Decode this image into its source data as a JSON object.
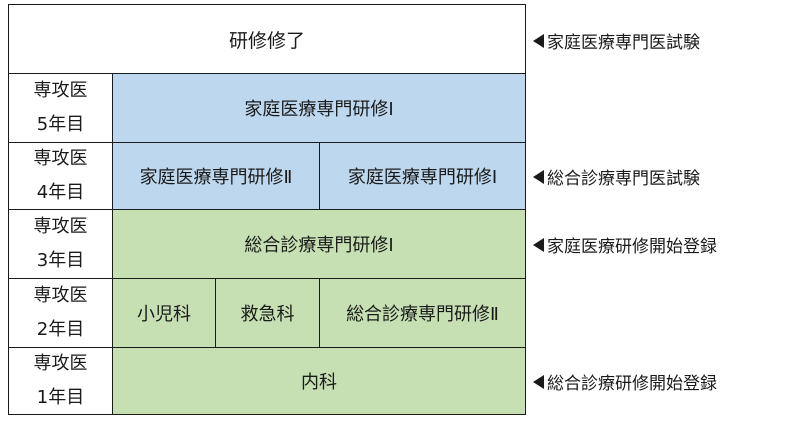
{
  "top": {
    "label": "研修修了"
  },
  "years": [
    {
      "line1": "専攻医",
      "line2": "5年目"
    },
    {
      "line1": "専攻医",
      "line2": "4年目"
    },
    {
      "line1": "専攻医",
      "line2": "3年目"
    },
    {
      "line1": "専攻医",
      "line2": "2年目"
    },
    {
      "line1": "専攻医",
      "line2": "1年目"
    }
  ],
  "blocks": {
    "y5": "家庭医療専門研修Ⅰ",
    "y4_left": "家庭医療専門研修Ⅱ",
    "y4_right": "家庭医療専門研修Ⅰ",
    "y3": "総合診療専門研修Ⅰ",
    "y2_pediatrics": "小児科",
    "y2_emergency": "救急科",
    "y2_general": "総合診療専門研修Ⅱ",
    "y1": "内科"
  },
  "notes": [
    "家庭医療専門医試験",
    "総合診療専門医試験",
    "家庭医療研修開始登録",
    "総合診療研修開始登録"
  ],
  "colors": {
    "blue": "#bdd7ee",
    "green": "#c6e0b4",
    "white": "#ffffff"
  }
}
